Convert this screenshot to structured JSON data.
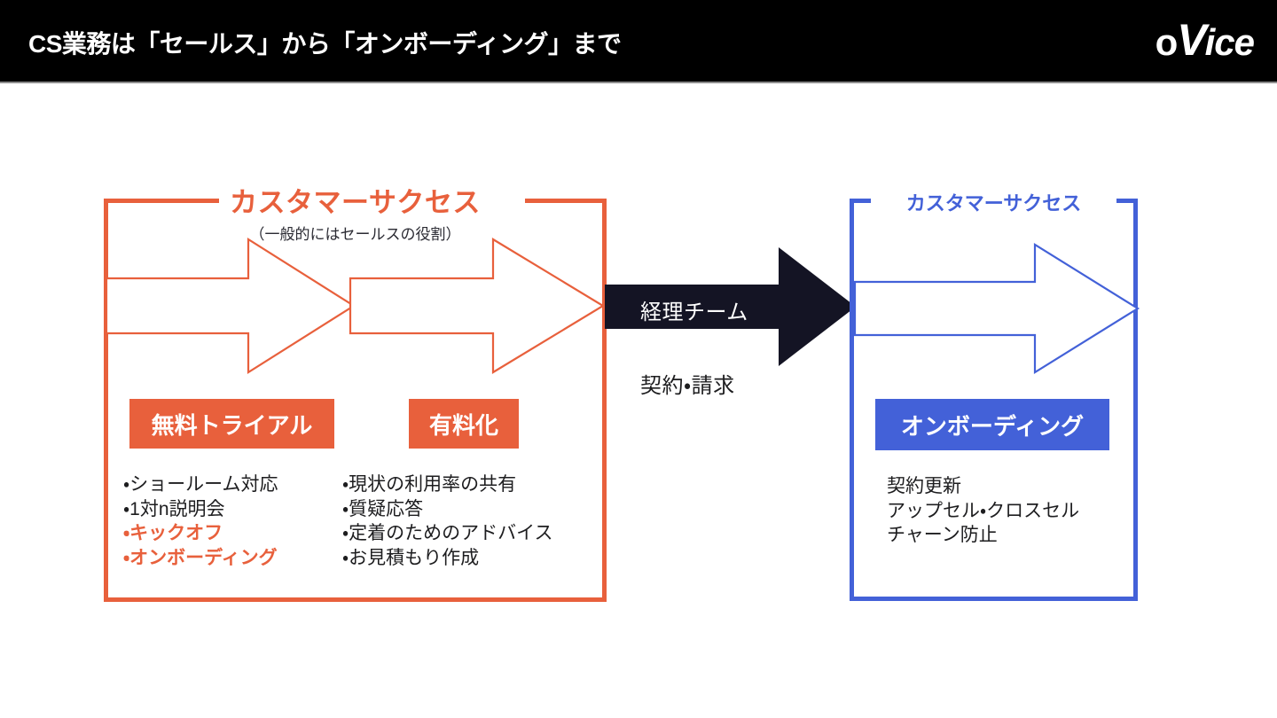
{
  "header": {
    "title": "CS業務は「セールス」から「オンボーディング」まで",
    "logo": {
      "prefix": "o",
      "v": "V",
      "suffix": "ice",
      "full": "oVice"
    },
    "bar_color": "#000000",
    "text_color": "#FFFFFF"
  },
  "colors": {
    "orange": "#E8603C",
    "blue": "#4361D8",
    "arrow_dark": "#141424",
    "text": "#1D1D1F",
    "background": "#FFFFFF"
  },
  "left_panel": {
    "title": "カスタマーサクセス",
    "subtitle": "（一般的にはセールスの役割）",
    "accent": "#E8603C",
    "badges": [
      {
        "label": "無料トライアル"
      },
      {
        "label": "有料化"
      }
    ],
    "trial_list": [
      {
        "text": "・ショールーム対応",
        "highlight": false
      },
      {
        "text": "・1対n説明会",
        "highlight": false
      },
      {
        "text": "・キックオフ",
        "highlight": true
      },
      {
        "text": "・オンボーディング",
        "highlight": true
      }
    ],
    "paid_list": [
      {
        "text": "・現状の利用率の共有",
        "highlight": false
      },
      {
        "text": "・質疑応答",
        "highlight": false
      },
      {
        "text": "・定着のためのアドバイス",
        "highlight": false
      },
      {
        "text": "・お見積もり作成",
        "highlight": false
      }
    ]
  },
  "middle": {
    "arrow_label_top": "経理チーム",
    "arrow_label_bottom": "契約・請求",
    "arrow_color": "#141424"
  },
  "right_panel": {
    "title": "カスタマーサクセス",
    "accent": "#4361D8",
    "badges": [
      {
        "label": "オンボーディング"
      }
    ],
    "success_list": [
      {
        "text": "契約更新"
      },
      {
        "text": "アップセル・クロスセル"
      },
      {
        "text": "チャーン防止"
      }
    ]
  }
}
